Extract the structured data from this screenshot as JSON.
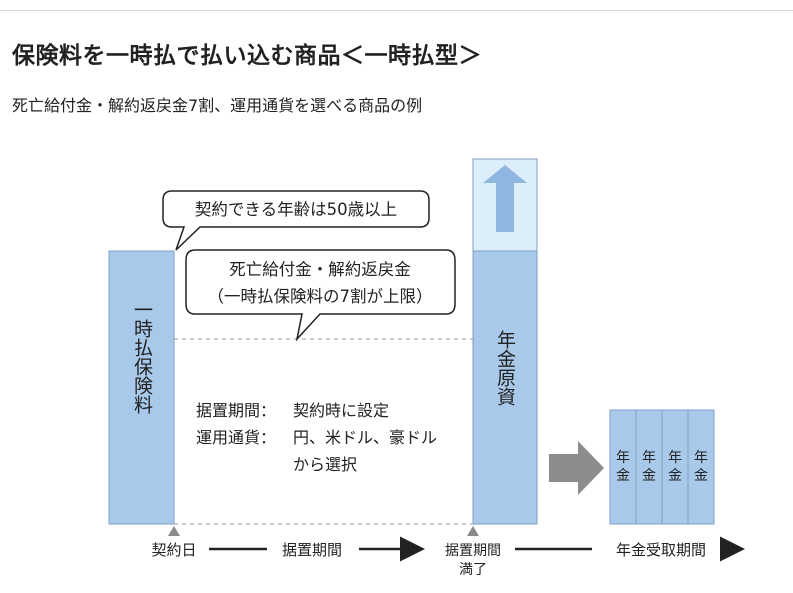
{
  "header": {
    "title": "保険料を一時払で払い込む商品＜一時払型＞",
    "subtitle": "死亡給付金・解約返戻金7割、運用通貨を選べる商品の例"
  },
  "callout_age": "契約できる年齢は50歳以上",
  "callout_benefit": {
    "line1": "死亡給付金・解約返戻金",
    "line2": "（一時払保険料の7割が上限）"
  },
  "premium_bar_label": "一時払保険料",
  "annuity_bar_label": "年金原資",
  "details": {
    "deferral_label": "据置期間：",
    "deferral_value": "契約時に設定",
    "currency_label": "運用通貨：",
    "currency_value_line1": "円、米ドル、豪ドル",
    "currency_value_line2": "から選択"
  },
  "payout_blocks": [
    "年金",
    "年金",
    "年金",
    "年金"
  ],
  "timeline": {
    "contract_date": "契約日",
    "deferral_period": "据置期間",
    "deferral_end_line1": "据置期間",
    "deferral_end_line2": "満了",
    "payout_period": "年金受取期間"
  },
  "colors": {
    "bar_fill": "#a9c9ea",
    "bar_stroke": "#7f9fc6",
    "growth_fill": "#dceef9",
    "arrow_blue": "#8fb6e0",
    "gray_arrow": "#8c8c8c",
    "dark": "#222222"
  }
}
